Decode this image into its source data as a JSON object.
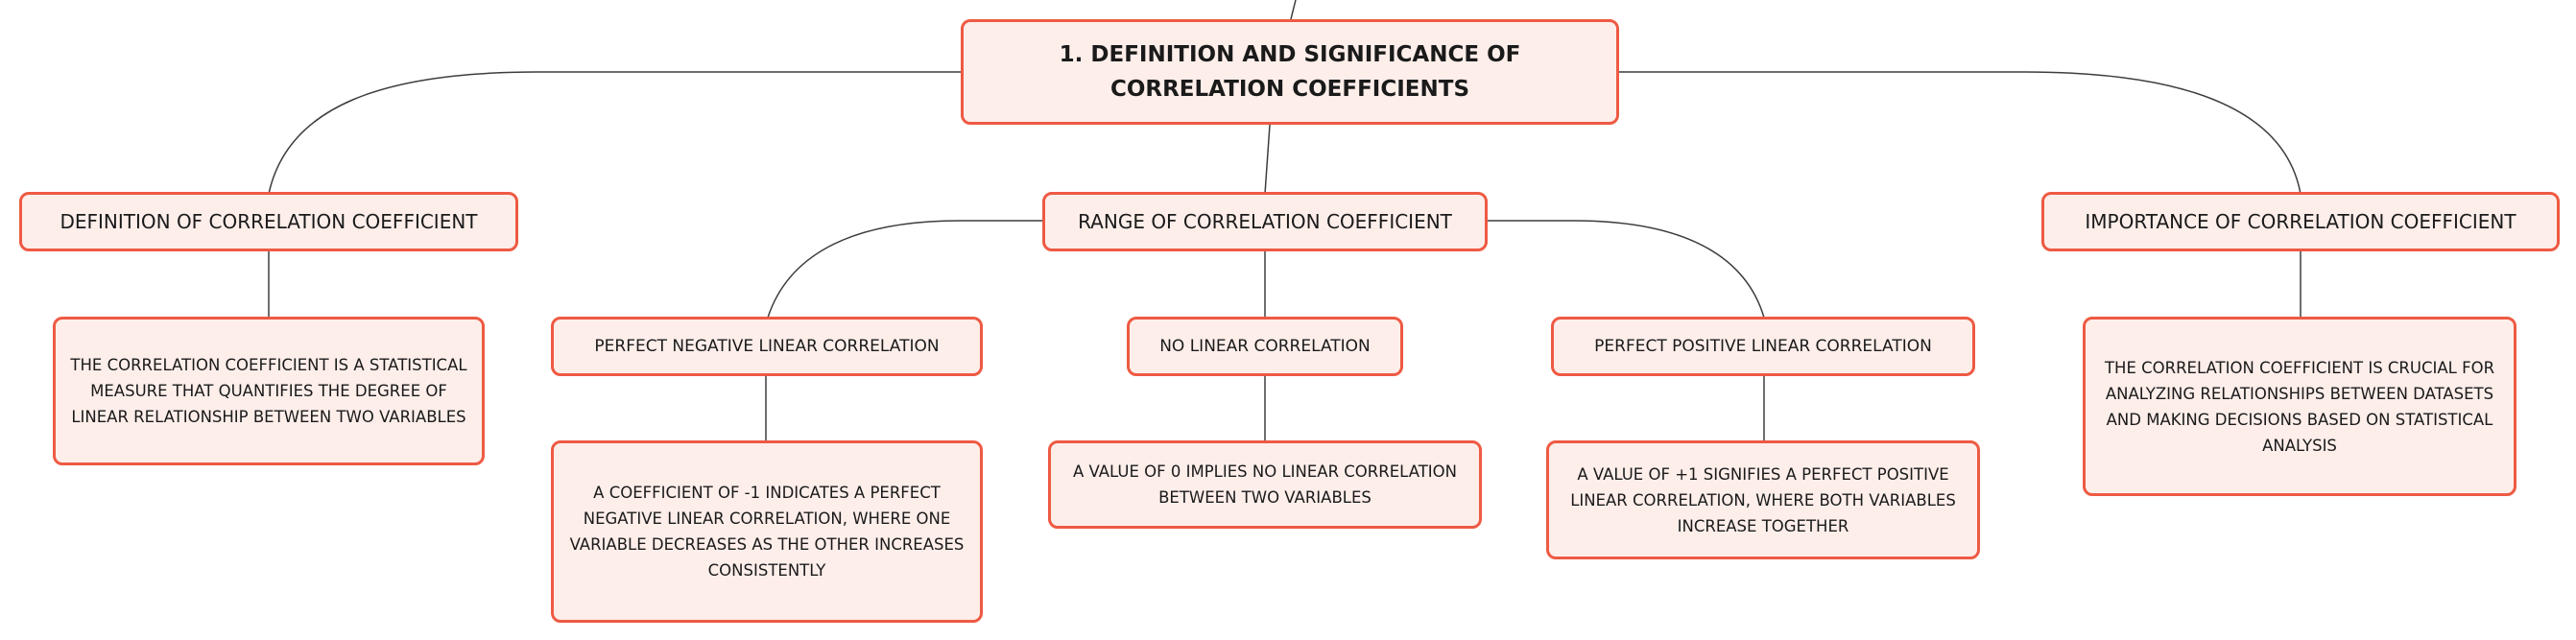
{
  "colors": {
    "node_fill": "#fdeeea",
    "node_border": "#ee5a43",
    "connector": "#3d3d3d"
  },
  "root": {
    "label": "1. Definition and Significance of Correlation Coefficients"
  },
  "topics": {
    "definition": {
      "label": "Definition of Correlation Coefficient",
      "detail": "The correlation coefficient is a statistical measure that quantifies the degree of linear relationship between two variables"
    },
    "range": {
      "label": "Range of Correlation Coefficient",
      "children": {
        "negative": {
          "label": "Perfect Negative Linear Correlation",
          "detail": "A coefficient of -1 indicates a perfect negative linear correlation, where one variable decreases as the other increases consistently"
        },
        "none": {
          "label": "No Linear Correlation",
          "detail": "A value of 0 implies no linear correlation between two variables"
        },
        "positive": {
          "label": "Perfect Positive Linear Correlation",
          "detail": "A value of +1 signifies a perfect positive linear correlation, where both variables increase together"
        }
      }
    },
    "importance": {
      "label": "Importance of Correlation Coefficient",
      "detail": "The correlation coefficient is crucial for analyzing relationships between datasets and making decisions based on statistical analysis"
    }
  }
}
